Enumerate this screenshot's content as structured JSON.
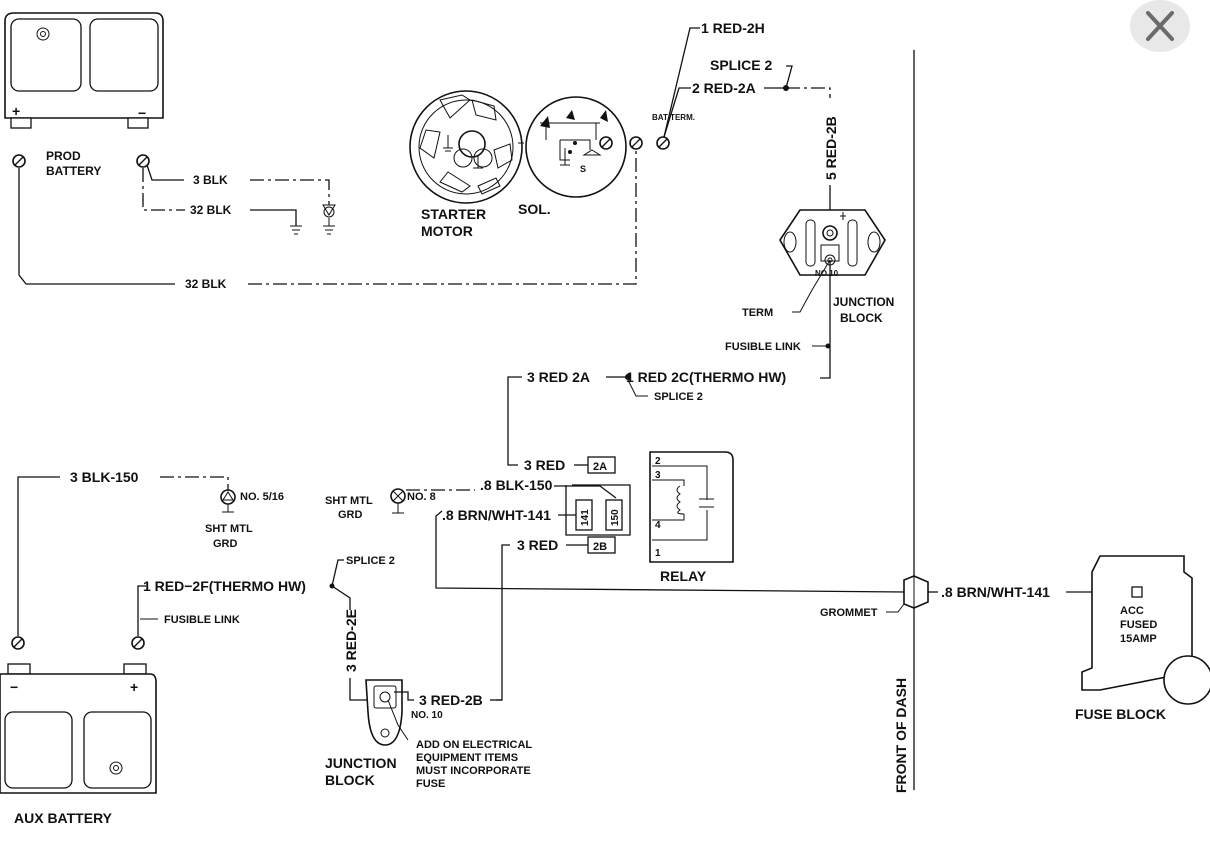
{
  "close_button": {
    "icon": "close-icon"
  },
  "labels": {
    "prod_battery_l1": "PROD",
    "prod_battery_l2": "BATTERY",
    "wire_3blk_top": "3 BLK",
    "wire_32blk_mid": "32 BLK",
    "wire_32blk_bottom": "32 BLK",
    "starter_l1": "STARTER",
    "starter_l2": "MOTOR",
    "sol": "SOL.",
    "bat_term": "BAT TERM.",
    "sol_s": "S",
    "wire_1red_2h": "1 RED-2H",
    "splice2_top": "SPLICE 2",
    "wire_2red_2a": "2 RED-2A",
    "wire_5red_2b": "5 RED-2B",
    "no10_top": "NO.10",
    "term": "TERM",
    "junction_block_top_l1": "JUNCTION",
    "junction_block_top_l2": "BLOCK",
    "fusible_link_top": "FUSIBLE LINK",
    "wire_3red_2a": "3 RED 2A",
    "wire_1red_2c": "1 RED 2C(THERMO HW)",
    "splice2_mid": "SPLICE 2",
    "wire_3blk_150": "3 BLK-150",
    "no_5_16": "NO. 5/16",
    "sht_mtl_grd_left_l1": "SHT MTL",
    "sht_mtl_grd_left_l2": "GRD",
    "sht_mtl_grd_mid_l1": "SHT MTL",
    "sht_mtl_grd_mid_l2": "GRD",
    "no8": "NO. 8",
    "wire_08blk_150": ".8 BLK-150",
    "wire_08brnwht_141_relay": ".8 BRN/WHT-141",
    "wire_3red_relay_top": "3 RED",
    "wire_3red_relay_bottom": "3 RED",
    "relay_pin_2a": "2A",
    "relay_pin_141": "141",
    "relay_pin_150": "150",
    "relay_pin_2b": "2B",
    "relay_term_2": "2",
    "relay_term_3": "3",
    "relay_term_4": "4",
    "relay_term_1": "1",
    "relay": "RELAY",
    "splice2_bottom": "SPLICE 2",
    "wire_1red_2f": "1 RED−2F(THERMO HW)",
    "fusible_link_bottom": "FUSIBLE LINK",
    "wire_3red_2e": "3 RED-2E",
    "wire_3red_2b_bottom": "3 RED-2B",
    "no10_bottom": "NO. 10",
    "junction_block_bottom_l1": "JUNCTION",
    "junction_block_bottom_l2": "BLOCK",
    "note_l1": "ADD ON ELECTRICAL",
    "note_l2": "EQUIPMENT ITEMS",
    "note_l3": "MUST INCORPORATE",
    "note_l4": "FUSE",
    "grommet": "GROMMET",
    "wire_08brnwht_141_fuse": ".8 BRN/WHT-141",
    "front_of_dash": "FRONT OF DASH",
    "acc": "ACC",
    "fused": "FUSED",
    "amp": "15AMP",
    "fuse_block": "FUSE BLOCK",
    "aux_battery": "AUX BATTERY",
    "plus_top": "+",
    "minus_top": "−",
    "plus_bottom": "+",
    "minus_bottom": "−"
  }
}
